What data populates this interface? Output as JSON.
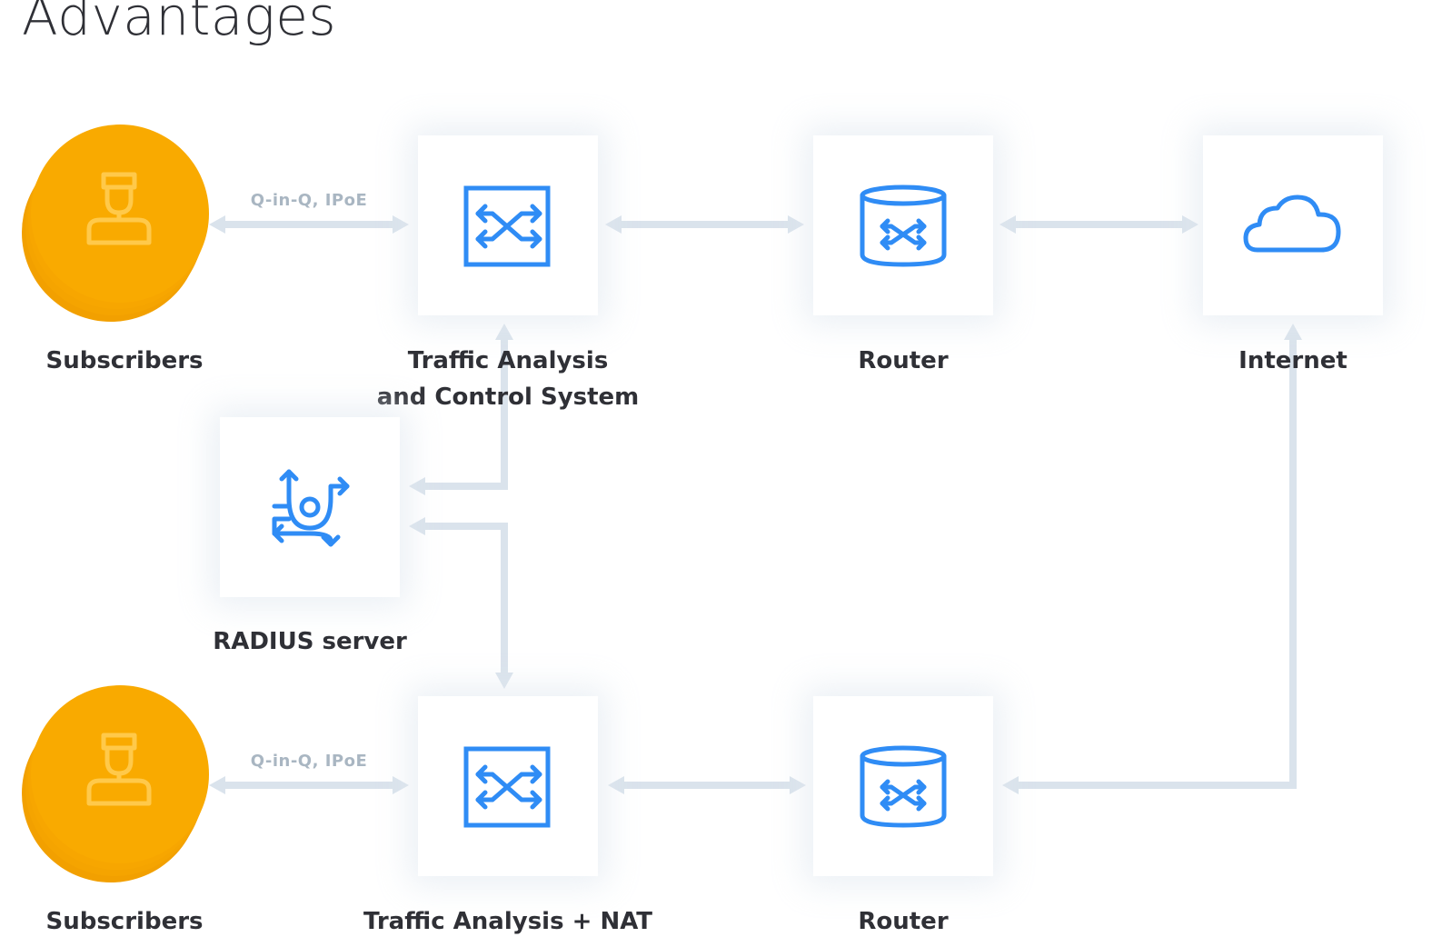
{
  "title": "Advantages",
  "colors": {
    "accent_blue": "#2f8cf5",
    "subscriber_orange": "#f7a600",
    "subscriber_icon": "#ffc94a",
    "connector": "#dae3ec",
    "edge_label": "#a9b6c2",
    "text": "#2f3036"
  },
  "nodes": {
    "subscribers_top": {
      "label": "Subscribers",
      "icon": "user-icon"
    },
    "tacs": {
      "label_line1": "Traffic Analysis",
      "label_line2": "and Control System",
      "icon": "crossed-arrows-icon"
    },
    "router_top": {
      "label": "Router",
      "icon": "router-icon"
    },
    "internet": {
      "label": "Internet",
      "icon": "cloud-icon"
    },
    "radius": {
      "label": "RADIUS server",
      "icon": "rotating-arrows-icon"
    },
    "subscribers_bottom": {
      "label": "Subscribers",
      "icon": "user-icon"
    },
    "ta_nat": {
      "label": "Traffic Analysis + NAT",
      "icon": "crossed-arrows-icon"
    },
    "router_bottom": {
      "label": "Router",
      "icon": "router-icon"
    }
  },
  "edges": {
    "top_subscribers_link": "Q-in-Q, IPoE",
    "bottom_subscribers_link": "Q-in-Q, IPoE"
  }
}
